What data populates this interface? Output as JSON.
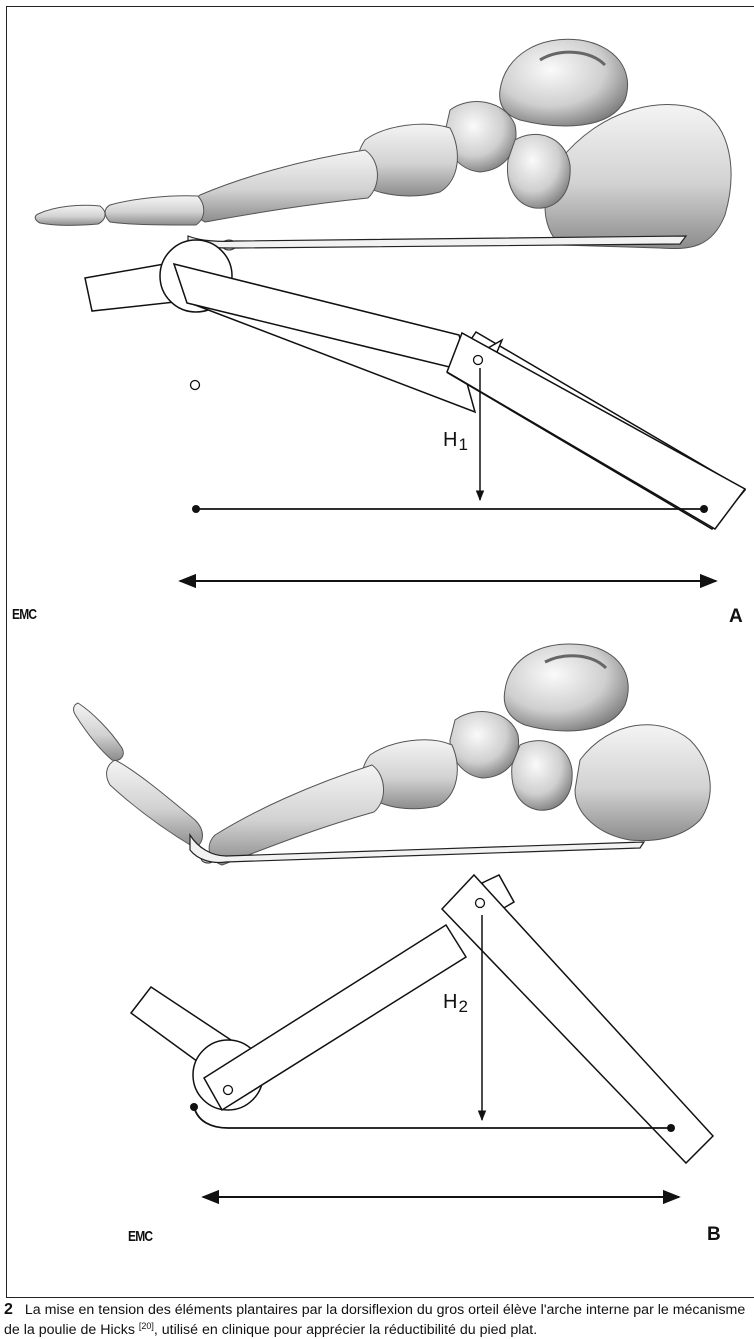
{
  "figure_number": "2",
  "caption_text_1": "La mise en tension des éléments plantaires par la dorsiflexion du gros orteil élève l'arche interne par le mécanisme de la poulie de Hicks ",
  "caption_ref": "[20]",
  "caption_text_2": ", utilisé en clinique pour apprécier la réductibilité du pied plat.",
  "logo_text": "EMC",
  "panels": [
    {
      "letter": "A",
      "height_label": "H",
      "height_index": "1"
    },
    {
      "letter": "B",
      "height_label": "H",
      "height_index": "2"
    }
  ],
  "colors": {
    "line": "#111111",
    "bone_light": "#eeeeee",
    "bone_shadow": "#8a8a8a"
  }
}
